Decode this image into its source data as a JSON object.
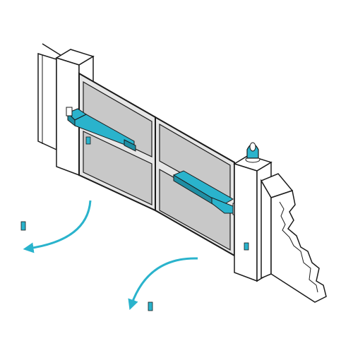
{
  "diagram": {
    "subject": "swing-gate-with-arm-operators",
    "colors": {
      "background": "#ffffff",
      "outline": "#1a1a1a",
      "panel_fill": "#c8c8c8",
      "frame_fill": "#e6e6e6",
      "pillar_fill": "#ffffff",
      "accent": "#2ab3cc"
    },
    "icons": [
      "left-gate-operator-arm",
      "right-gate-operator-arm",
      "flashing-lamp-icon",
      "photocell-sensor-icon",
      "opening-direction-arrow"
    ]
  }
}
